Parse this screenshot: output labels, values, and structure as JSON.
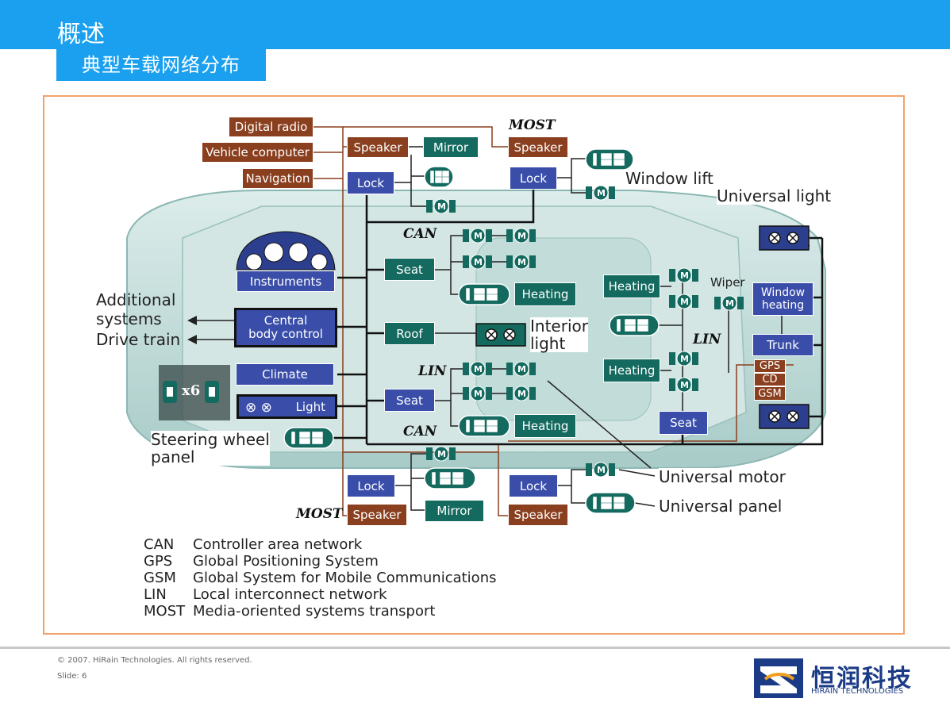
{
  "header": {
    "title": "概述",
    "subtitle": "典型车载网络分布"
  },
  "diagram": {
    "modules": {
      "digital_radio": "Digital radio",
      "vehicle_computer": "Vehicle computer",
      "navigation": "Navigation",
      "speaker_top_left": "Speaker",
      "mirror_top": "Mirror",
      "speaker_top_right": "Speaker",
      "lock_top_left": "Lock",
      "lock_top_right": "Lock",
      "instruments": "Instruments",
      "central_body_control": "Central\nbody control",
      "climate": "Climate",
      "light": "Light",
      "seat_upper": "Seat",
      "heating_upper": "Heating",
      "roof": "Roof",
      "seat_lower": "Seat",
      "heating_lower": "Heating",
      "heating_right_upper": "Heating",
      "heating_right_lower": "Heating",
      "window_heating": "Window\nheating",
      "trunk": "Trunk",
      "gps": "GPS",
      "cd": "CD",
      "gsm": "GSM",
      "seat_right": "Seat",
      "lock_bottom_left": "Lock",
      "speaker_bottom_left": "Speaker",
      "mirror_bottom": "Mirror",
      "lock_bottom_right": "Lock",
      "speaker_bottom_right": "Speaker"
    },
    "labels": {
      "window_lift": "Window lift",
      "universal_light": "Universal light",
      "wiper": "Wiper",
      "additional_systems": "Additional\nsystems",
      "drive_train": "Drive train",
      "interior_light": "Interior\nlight",
      "steering_wheel_panel": "Steering wheel\npanel",
      "x6": "x6",
      "universal_motor": "Universal motor",
      "universal_panel": "Universal panel"
    },
    "bus_labels": {
      "most_top": "MOST",
      "can_upper": "CAN",
      "lin_left": "LIN",
      "can_lower": "CAN",
      "lin_right": "LIN",
      "most_bottom": "MOST"
    },
    "icons": {
      "motor": "M"
    },
    "colors": {
      "brown": "#8a3f1e",
      "green": "#146a5f",
      "blue": "#3a4ea9",
      "bus": "#111111",
      "most_line": "#8a3f1e"
    }
  },
  "legend": [
    {
      "abbr": "CAN",
      "desc": "Controller area network"
    },
    {
      "abbr": "GPS",
      "desc": "Global Positioning System"
    },
    {
      "abbr": "GSM",
      "desc": "Global System for Mobile Communications"
    },
    {
      "abbr": "LIN",
      "desc": "Local interconnect network"
    },
    {
      "abbr": "MOST",
      "desc": "Media-oriented systems transport"
    }
  ],
  "footer": {
    "copyright": "© 2007. HiRain Technologies. All rights reserved.",
    "slide": "Slide: 6",
    "logo_cn": "恒润科技",
    "logo_en": "HIRAIN TECHNOLOGIES"
  }
}
